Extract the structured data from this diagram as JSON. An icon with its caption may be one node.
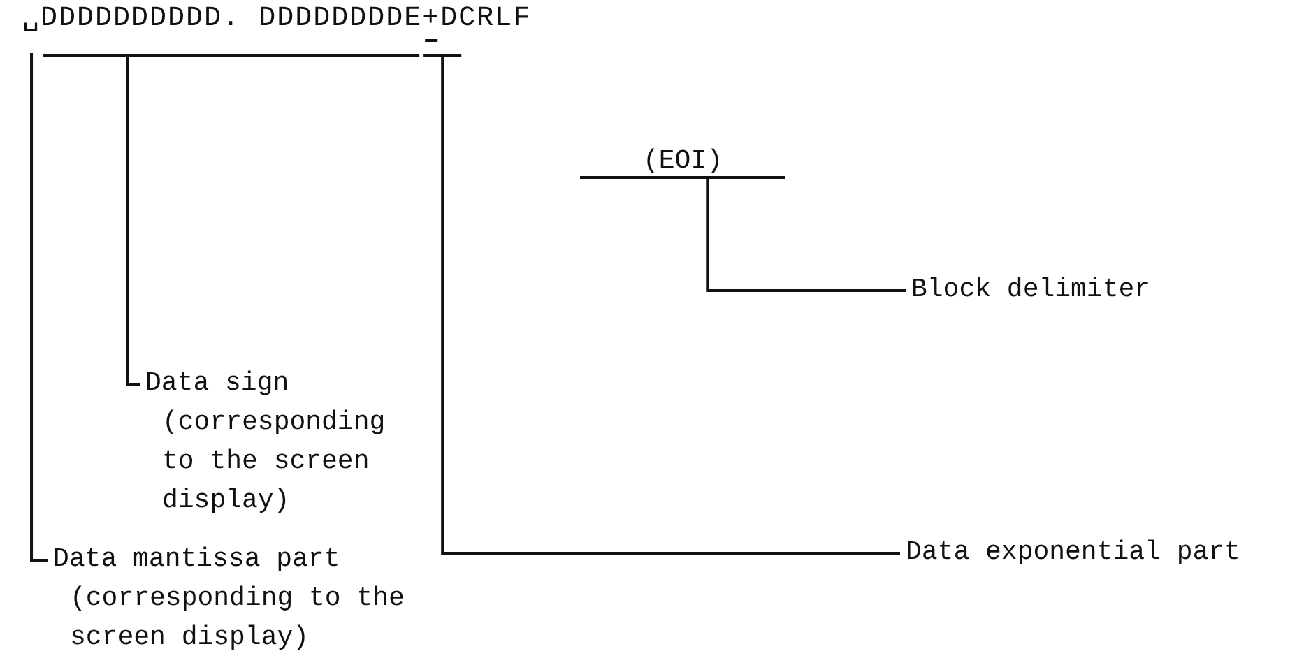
{
  "diagram": {
    "nodes": [
      {
        "text": [
          "Data sign (corresponding to the screen display)"
        ]
      },
      {
        "text": [
          "Data mantissa part (corresponding to the screen display)"
        ]
      },
      {
        "text": [
          "Block delimiter"
        ]
      },
      {
        "text": [
          "Data exponential part"
        ]
      },
      {
        "text": [
          "(EOI)"
        ]
      }
    ],
    "edges": [
      {
        "from": 0,
        "to": null,
        "arrow": "none"
      },
      {
        "from": 1,
        "to": null,
        "arrow": "none"
      },
      {
        "from": 2,
        "to": 4,
        "arrow": "none"
      },
      {
        "from": 3,
        "to": null,
        "arrow": "none"
      }
    ],
    "labels": [
      "␣DDDDDDDDDD. DDDDDDDDE+DCRLF"
    ]
  }
}
